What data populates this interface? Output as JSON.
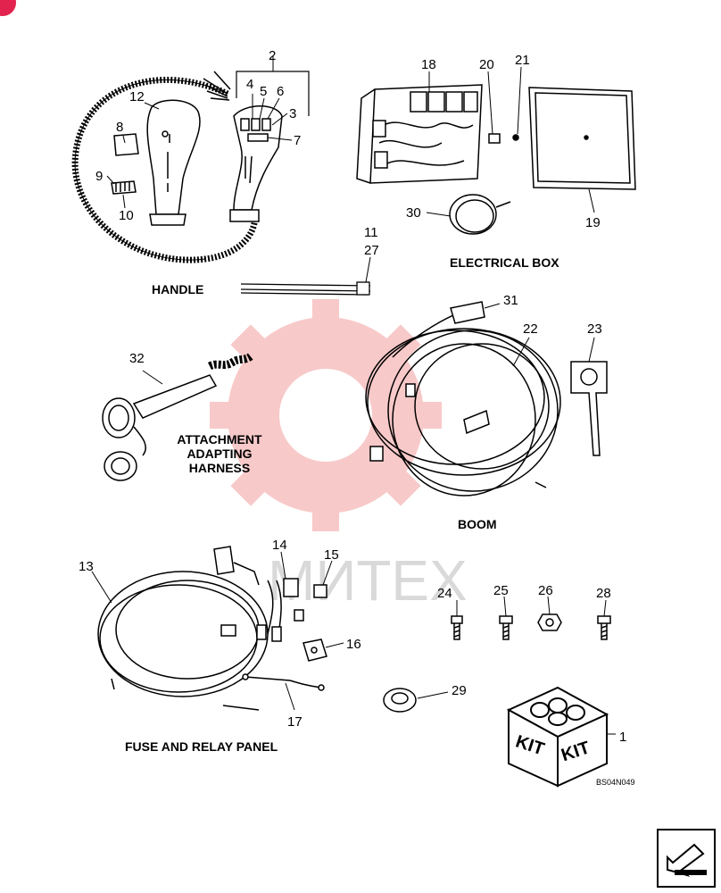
{
  "watermark": "МИТЕХ",
  "groups": {
    "handle": "HANDLE",
    "electrical_box": "ELECTRICAL BOX",
    "attachment": [
      "ATTACHMENT",
      "ADAPTING",
      "HARNESS"
    ],
    "boom": "BOOM",
    "fuse_panel": "FUSE AND RELAY PANEL"
  },
  "callouts": {
    "c1": "1",
    "c2": "2",
    "c3": "3",
    "c4": "4",
    "c5": "5",
    "c6": "6",
    "c7": "7",
    "c8": "8",
    "c9": "9",
    "c10": "10",
    "c11": "11",
    "c12": "12",
    "c13": "13",
    "c14": "14",
    "c15": "15",
    "c16": "16",
    "c17": "17",
    "c18": "18",
    "c19": "19",
    "c20": "20",
    "c21": "21",
    "c22": "22",
    "c23": "23",
    "c24": "24",
    "c25": "25",
    "c26": "26",
    "c27": "27",
    "c28": "28",
    "c29": "29",
    "c30": "30",
    "c31": "31",
    "c32": "32"
  },
  "kit_text": "KIT",
  "drawing_code": "BS04N049",
  "icons": {
    "nav": "return-arrow-icon",
    "badge": "corner-badge-icon"
  },
  "colors": {
    "watermark": "#e8423f",
    "badge": "#e2234d",
    "line": "#000000"
  }
}
